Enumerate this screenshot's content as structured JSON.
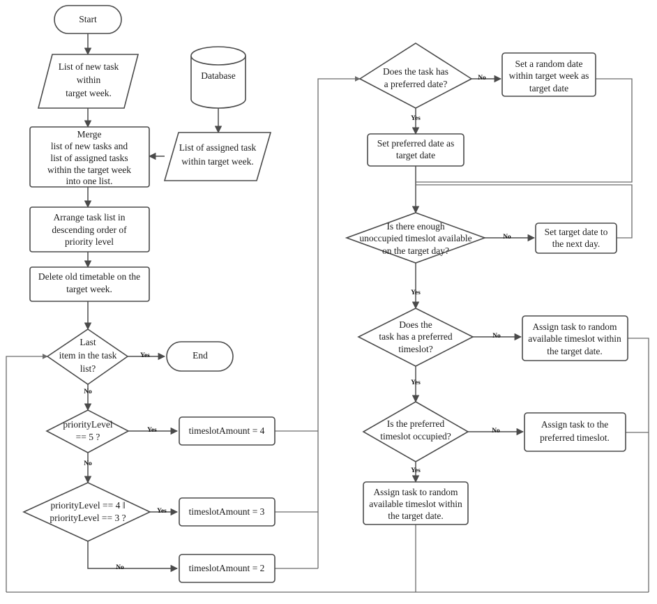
{
  "diagram": {
    "type": "flowchart",
    "title": "Task timetable scheduling algorithm flowchart",
    "edge_labels": {
      "yes": "Yes",
      "no": "No"
    },
    "colors": {
      "background": "#ffffff",
      "shape_stroke": "#4a4a4a",
      "connector_stroke": "#6a6a6a",
      "text": "#1b1b1b"
    }
  },
  "nodes": {
    "start": {
      "shape": "terminator",
      "label": "Start"
    },
    "end": {
      "shape": "terminator",
      "label": "End"
    },
    "database": {
      "shape": "cylinder",
      "label": "Database"
    },
    "new_task_io": {
      "shape": "parallelogram",
      "lines": [
        "List of new task",
        "within",
        "target week."
      ]
    },
    "assigned_task_io": {
      "shape": "parallelogram",
      "lines": [
        "List of assigned task",
        "within target week."
      ]
    },
    "merge": {
      "shape": "process",
      "lines": [
        "Merge",
        "list of new tasks and",
        "list of assigned tasks",
        "within the target week",
        "into one list."
      ]
    },
    "arrange": {
      "shape": "process",
      "lines": [
        "Arrange task list in",
        "descending order of",
        "priority level"
      ]
    },
    "delete_old": {
      "shape": "process",
      "lines": [
        "Delete old timetable on the",
        "target week."
      ]
    },
    "last_item": {
      "shape": "decision",
      "lines": [
        "Last",
        "item in the task",
        "list?"
      ]
    },
    "priority5": {
      "shape": "decision",
      "lines": [
        "priorityLevel",
        "== 5 ?"
      ]
    },
    "priority43": {
      "shape": "decision",
      "lines": [
        "priorityLevel == 4 ‖",
        "priorityLevel == 3 ?"
      ]
    },
    "slot4": {
      "shape": "process",
      "lines": [
        "timeslotAmount  = 4"
      ]
    },
    "slot3": {
      "shape": "process",
      "lines": [
        "timeslotAmount  = 3"
      ]
    },
    "slot2": {
      "shape": "process",
      "lines": [
        "timeslotAmount  = 2"
      ]
    },
    "has_preferred_date": {
      "shape": "decision",
      "lines": [
        "Does the task has",
        "a preferred date?"
      ]
    },
    "random_date": {
      "shape": "process",
      "lines": [
        "Set a random date",
        "within target week as",
        "target date"
      ]
    },
    "set_preferred_date": {
      "shape": "process",
      "lines": [
        "Set preferred date as",
        "target date"
      ]
    },
    "enough_timeslot": {
      "shape": "decision",
      "lines": [
        "Is there enough",
        "unoccupied timeslot available",
        "on the target day?"
      ]
    },
    "next_day": {
      "shape": "process",
      "lines": [
        "Set target date to",
        "the next day."
      ]
    },
    "has_preferred_slot": {
      "shape": "decision",
      "lines": [
        "Does the",
        "task has a preferred",
        "timeslot?"
      ]
    },
    "assign_random_a": {
      "shape": "process",
      "lines": [
        "Assign task to random",
        "available timeslot within",
        "the target date."
      ]
    },
    "slot_occupied": {
      "shape": "decision",
      "lines": [
        "Is the preferred",
        "timeslot occupied?"
      ]
    },
    "assign_preferred": {
      "shape": "process",
      "lines": [
        "Assign task to the",
        "preferred timeslot."
      ]
    },
    "assign_random_b": {
      "shape": "process",
      "lines": [
        "Assign task to random",
        "available timeslot within",
        "the target date."
      ]
    }
  }
}
